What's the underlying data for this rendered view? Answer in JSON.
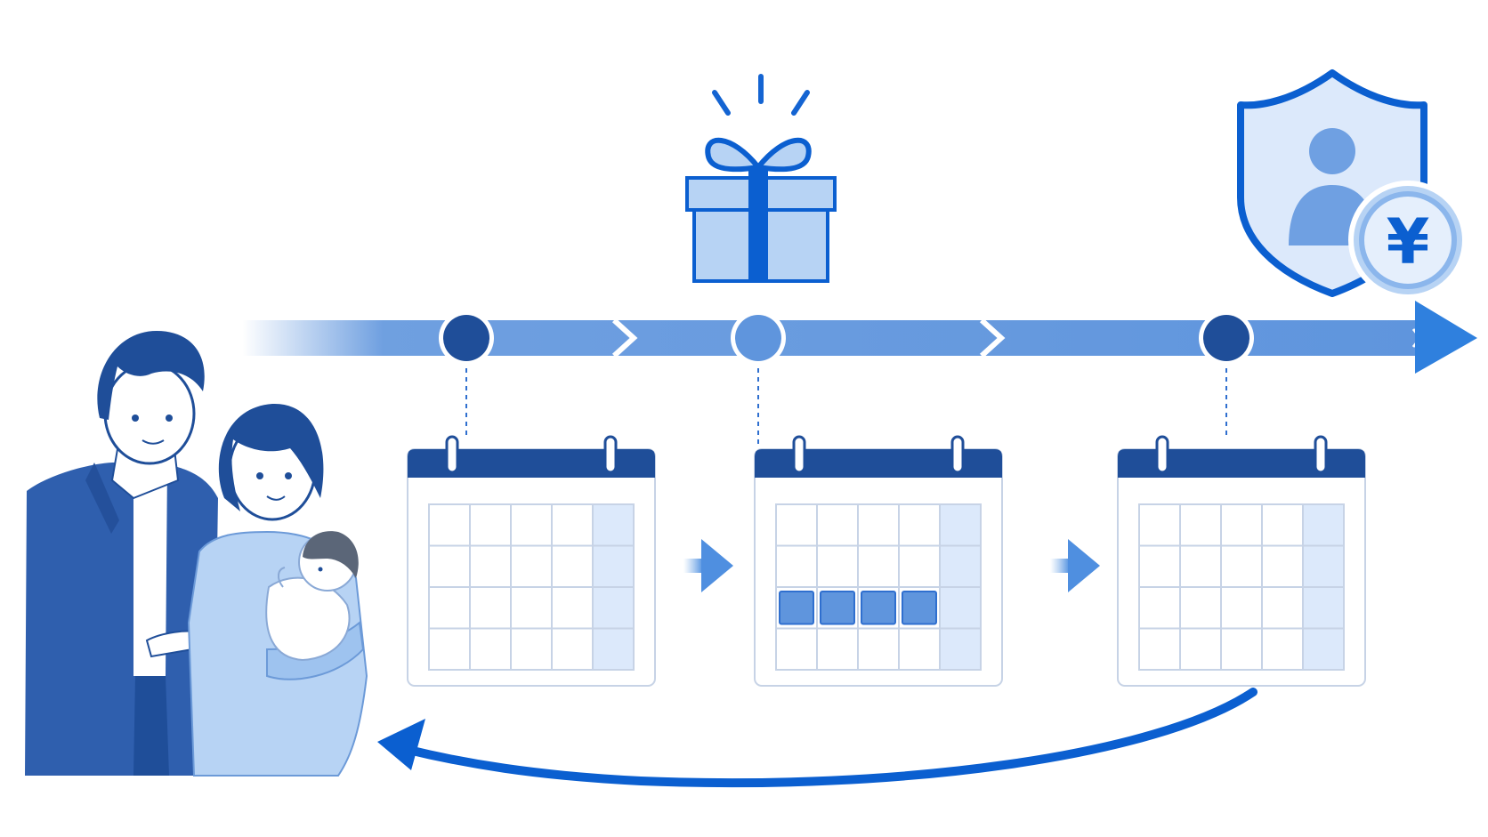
{
  "colors": {
    "primary": "#0b5fd0",
    "dark_navy": "#1f4e99",
    "mid_blue": "#5f95dd",
    "light_blue": "#b7d3f4",
    "pale_blue": "#dce9fb",
    "grid_line": "#c7d3e6",
    "background": "#ffffff"
  },
  "symbols": {
    "yen": "¥"
  },
  "icons": {
    "gift": "gift-icon",
    "shield": "shield-person-icon",
    "coin": "yen-coin-icon",
    "family": "family-with-baby-illustration"
  },
  "timeline": {
    "nodes": [
      {
        "name": "start-node",
        "style": "dark"
      },
      {
        "name": "gift-node",
        "style": "light"
      },
      {
        "name": "protection-node",
        "style": "dark"
      }
    ]
  },
  "calendars": [
    {
      "name": "calendar-before",
      "highlighted_row": null
    },
    {
      "name": "calendar-leave",
      "highlighted_row": 3,
      "highlighted_days": 4
    },
    {
      "name": "calendar-after",
      "highlighted_row": null
    }
  ]
}
